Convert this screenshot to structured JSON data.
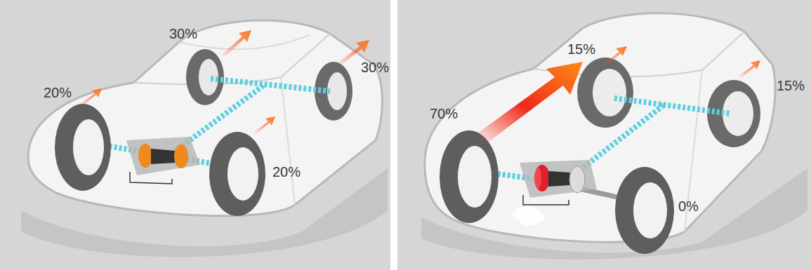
{
  "diagram": {
    "labels": [
      "30%",
      "30%",
      "20%",
      "20%",
      "15%",
      "70%",
      "15%",
      "0%"
    ]
  }
}
